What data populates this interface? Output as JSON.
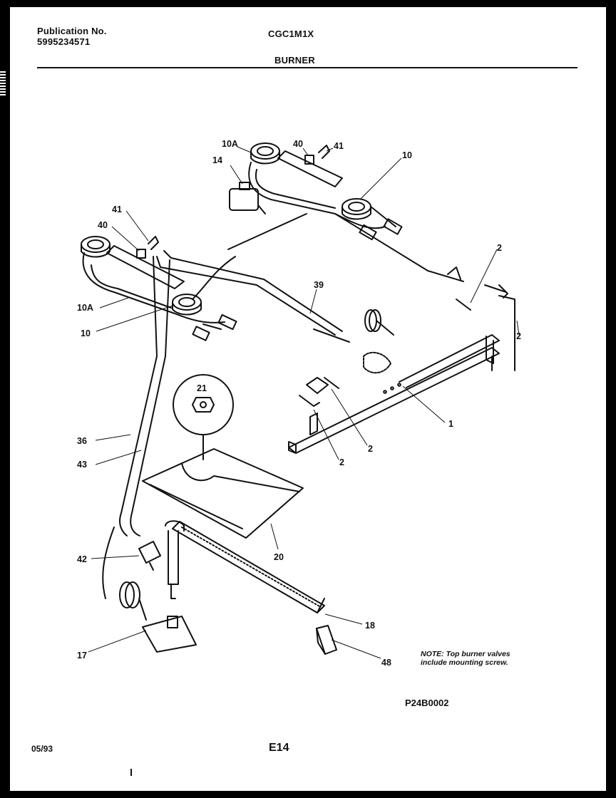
{
  "header": {
    "publication_label": "Publication No.",
    "publication_number": "5995234571",
    "model": "CGC1M1X",
    "section": "BURNER"
  },
  "callouts": {
    "c10a_top": "10A",
    "c40_top": "40",
    "c41_top": "41",
    "c10_top": "10",
    "c14": "14",
    "c41_left": "41",
    "c40_left": "40",
    "c2_upper": "2",
    "c39": "39",
    "c10a_left": "10A",
    "c10_left": "10",
    "c2_right": "2",
    "c21": "21",
    "c1": "1",
    "c36": "36",
    "c2_mid": "2",
    "c43": "43",
    "c2_low": "2",
    "c42": "42",
    "c20": "20",
    "c18": "18",
    "c17": "17",
    "c48": "48"
  },
  "note": {
    "line1": "NOTE: Top burner valves",
    "line2": "include mounting screw."
  },
  "figure_code": "P24B0002",
  "footer": {
    "date": "05/93",
    "page_code": "E14"
  }
}
